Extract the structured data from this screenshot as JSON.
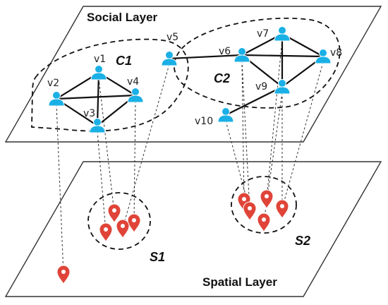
{
  "layers": {
    "social_title": "Social Layer",
    "spatial_title": "Spatial Layer"
  },
  "communities": [
    {
      "id": "C1",
      "label": "C1"
    },
    {
      "id": "C2",
      "label": "C2"
    }
  ],
  "spatial_clusters": [
    {
      "id": "S1",
      "label": "S1"
    },
    {
      "id": "S2",
      "label": "S2"
    }
  ],
  "users": [
    {
      "id": "v1",
      "label": "v1"
    },
    {
      "id": "v2",
      "label": "v2"
    },
    {
      "id": "v3",
      "label": "v3"
    },
    {
      "id": "v4",
      "label": "v4"
    },
    {
      "id": "v5",
      "label": "v5"
    },
    {
      "id": "v6",
      "label": "v6"
    },
    {
      "id": "v7",
      "label": "v7"
    },
    {
      "id": "v8",
      "label": "v8"
    },
    {
      "id": "v9",
      "label": "v9"
    },
    {
      "id": "v10",
      "label": "v10"
    }
  ],
  "social_edges": [
    [
      "v1",
      "v2"
    ],
    [
      "v1",
      "v4"
    ],
    [
      "v1",
      "v3"
    ],
    [
      "v2",
      "v4"
    ],
    [
      "v2",
      "v3"
    ],
    [
      "v3",
      "v4"
    ],
    [
      "v5",
      "v6"
    ],
    [
      "v6",
      "v7"
    ],
    [
      "v6",
      "v8"
    ],
    [
      "v6",
      "v9"
    ],
    [
      "v7",
      "v8"
    ],
    [
      "v7",
      "v9"
    ],
    [
      "v8",
      "v9"
    ],
    [
      "v9",
      "v10"
    ]
  ],
  "check_ins": [
    {
      "user": "v1",
      "location": "L2"
    },
    {
      "user": "v2",
      "location": "L6"
    },
    {
      "user": "v3",
      "location": "L3"
    },
    {
      "user": "v4",
      "location": "L4"
    },
    {
      "user": "v5",
      "location": "L5"
    },
    {
      "user": "v6",
      "location": "L7"
    },
    {
      "user": "v6",
      "location": "L8"
    },
    {
      "user": "v7",
      "location": "L9"
    },
    {
      "user": "v8",
      "location": "L10"
    },
    {
      "user": "v9",
      "location": "L10"
    },
    {
      "user": "v10",
      "location": "L8"
    }
  ],
  "colors": {
    "user_icon": "#1ab0e6",
    "location_pin": "#e04438",
    "edge": "#111111",
    "plane_stroke": "#333333"
  },
  "icons": {
    "user": "person-icon",
    "location": "map-pin-icon"
  }
}
